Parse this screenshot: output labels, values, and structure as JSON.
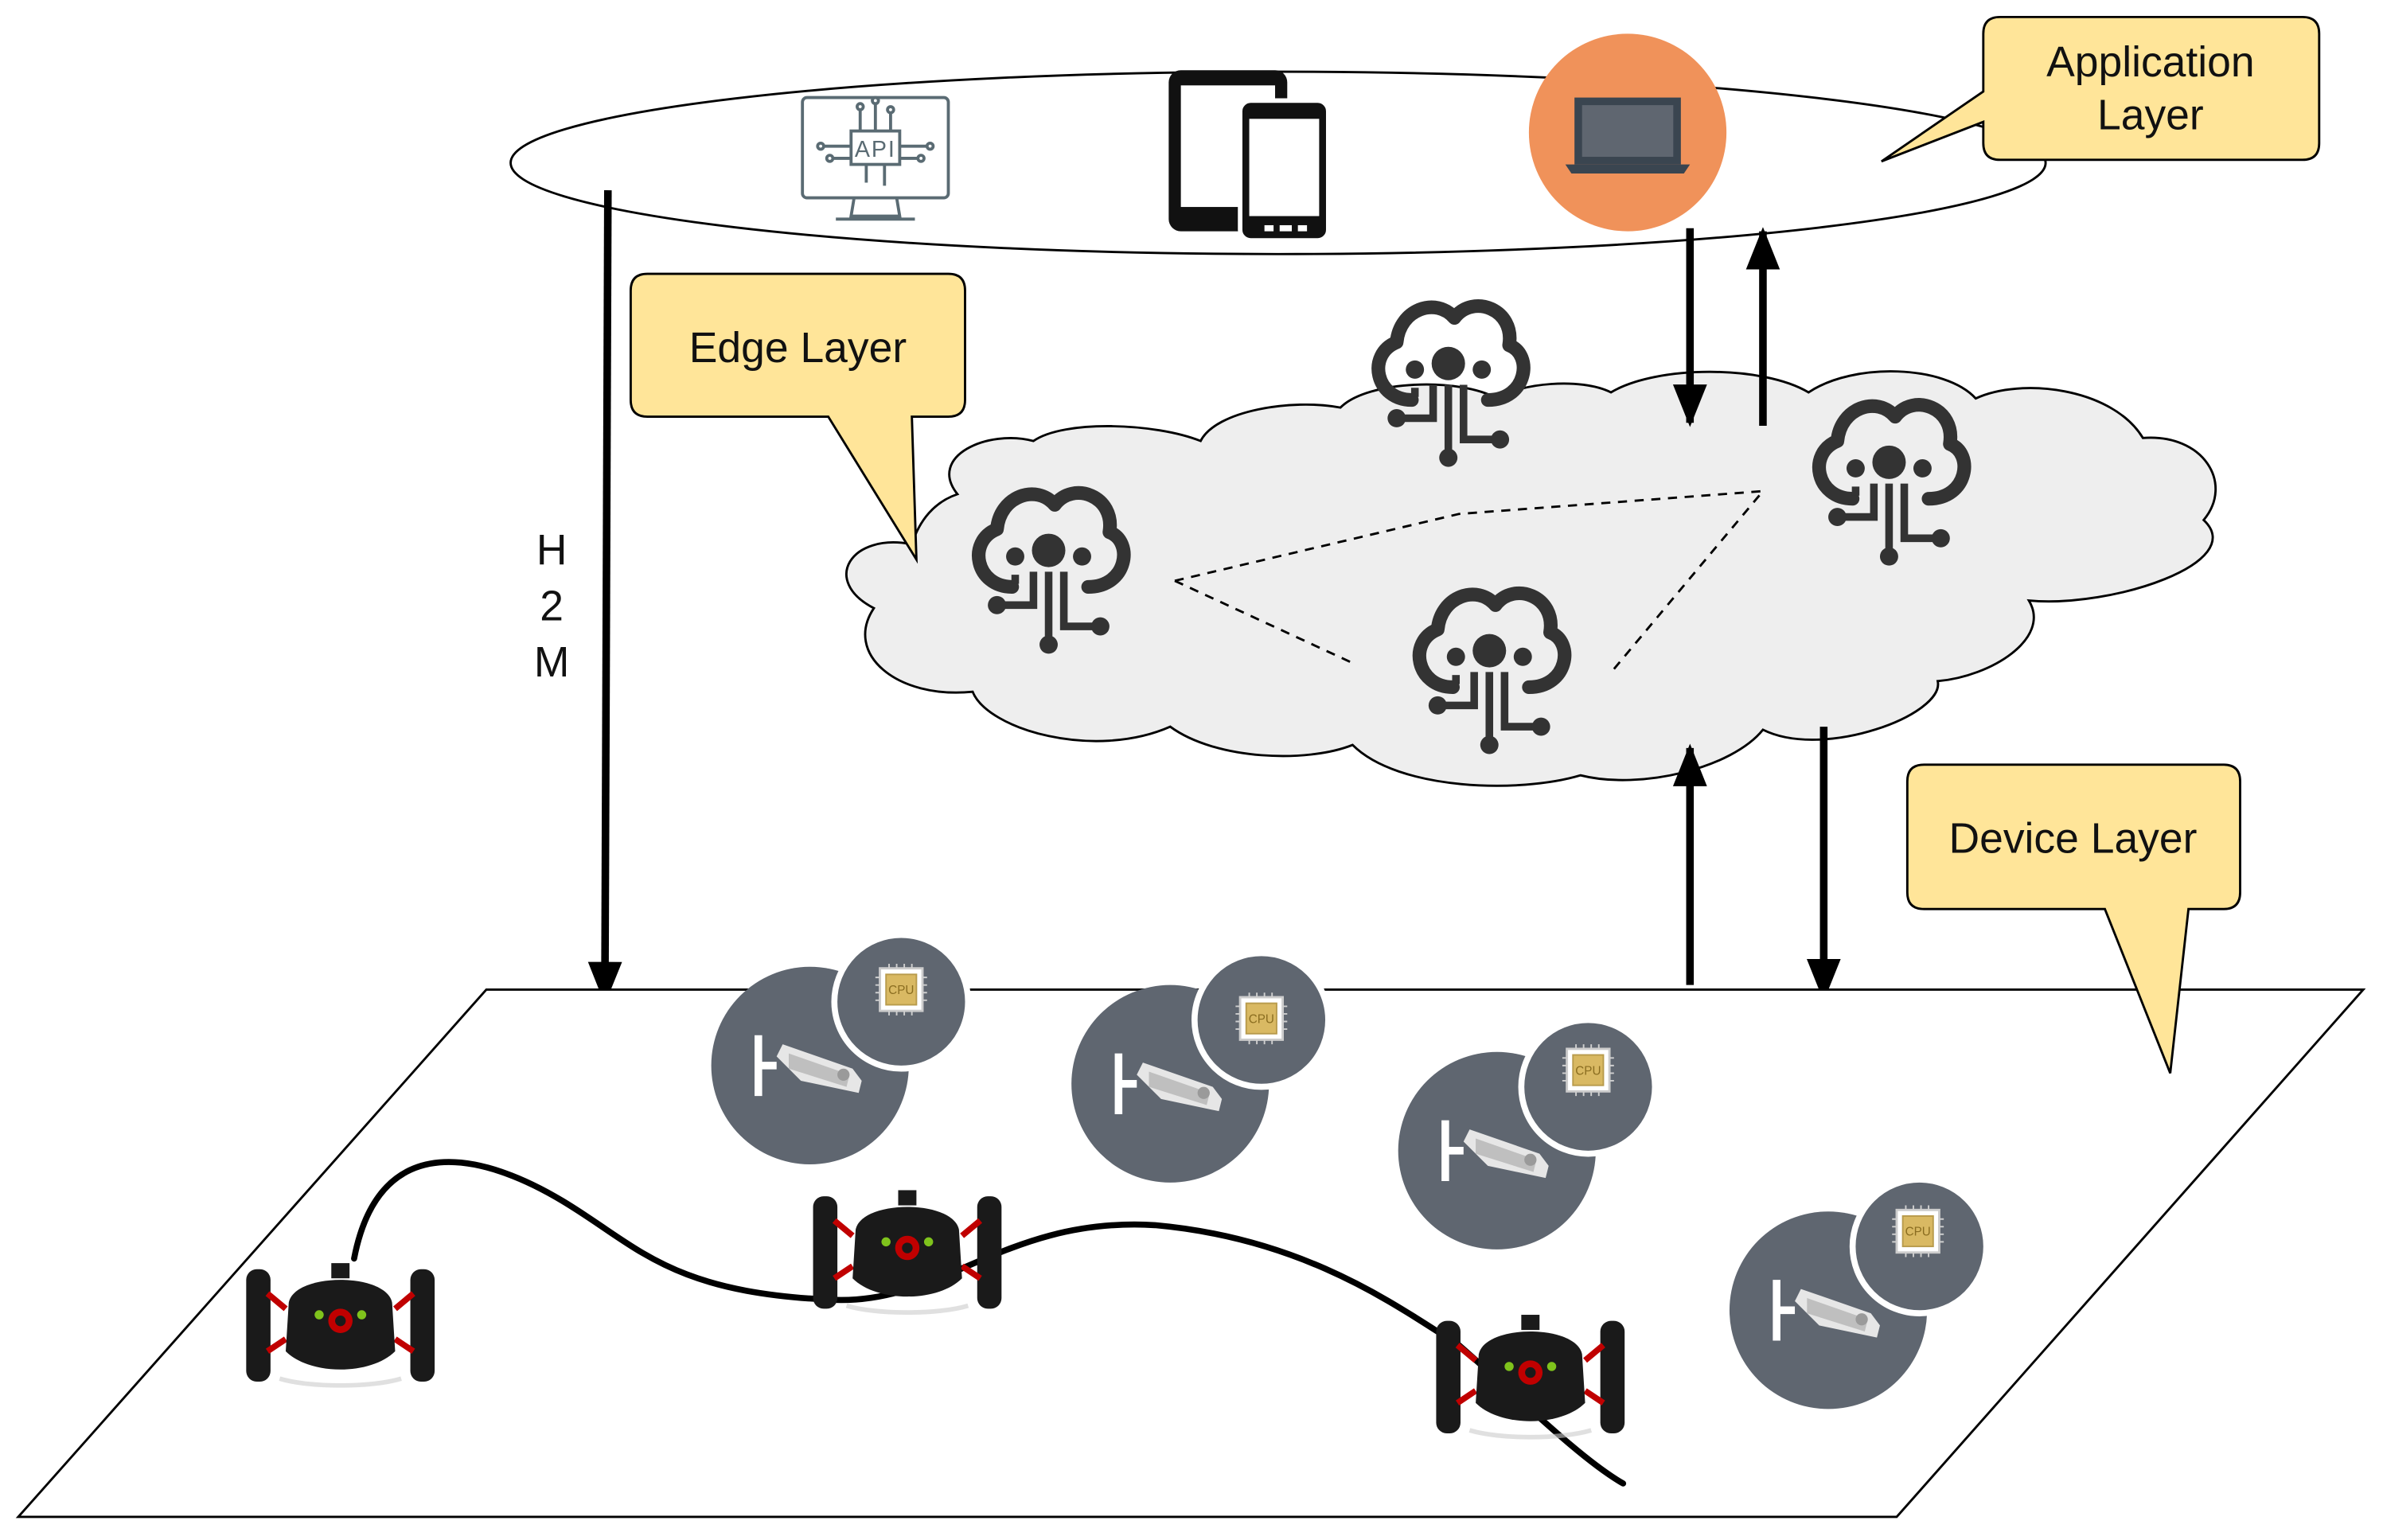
{
  "labels": {
    "application_layer_line1": "Application",
    "application_layer_line2": "Layer",
    "edge_layer": "Edge Layer",
    "device_layer": "Device Layer",
    "h2m_h": "H",
    "h2m_2": "2",
    "h2m_m": "M",
    "api_text": "API",
    "cpu_text": "CPU"
  },
  "colors": {
    "callout_fill": "#FFE599",
    "cloud_fill": "#EEEEEE",
    "edge_icon": "#333333",
    "camera_circle": "#5F6670",
    "laptop_circle": "#F0925A",
    "robot_body": "#1A1A1A",
    "robot_accent": "#C00000"
  },
  "icons": [
    "api-monitor-icon",
    "tablet-phone-icon",
    "laptop-icon",
    "edge-computing-icon",
    "surveillance-camera-icon",
    "cpu-chip-icon",
    "jumping-robot-icon"
  ]
}
